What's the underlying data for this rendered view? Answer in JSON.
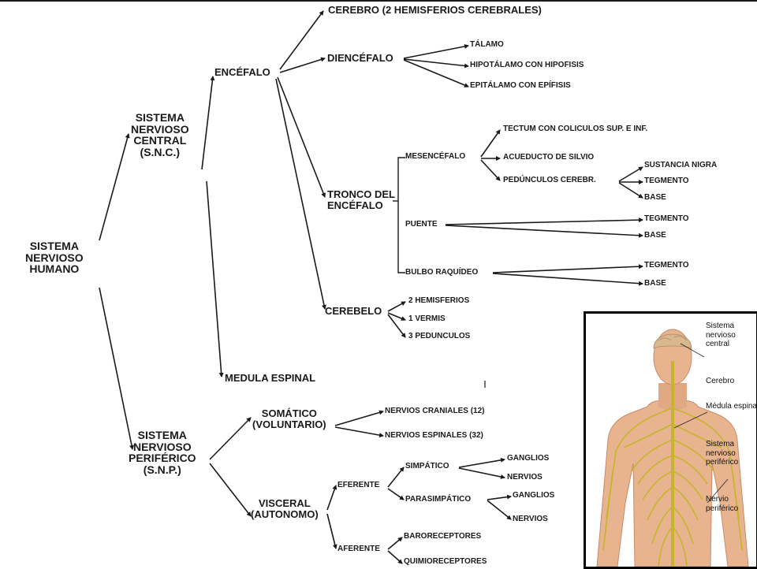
{
  "diagram": {
    "root": "SISTEMA\nNERVIOSO\nHUMANO",
    "snc": "SISTEMA\nNERVIOSO\nCENTRAL\n(S.N.C.)",
    "snp": "SISTEMA\nNERVIOSO\nPERIFÉRICO\n(S.N.P.)",
    "encefalo": "ENCÉFALO",
    "medula": "MEDULA ESPINAL",
    "cerebro": "CEREBRO  (2 HEMISFERIOS CEREBRALES)",
    "diencefalo": "DIENCÉFALO",
    "talamo": "TÁLAMO",
    "hipotalamo": "HIPOTÁLAMO CON HIPOFISIS",
    "epitalamo": "EPITÁLAMO CON EPÍFISIS",
    "tronco": "TRONCO DEL\nENCÉFALO",
    "mesencefalo": "MESENCÉFALO",
    "tectum": "TECTUM  CON COLICULOS SUP. E INF.",
    "acueducto": "ACUEDUCTO DE SILVIO",
    "pedunculos_cerebr": "PEDÚNCULOS CEREBR.",
    "sustancia_nigra": "SUSTANCIA NIGRA",
    "tegmento_1": "TEGMENTO",
    "base_1": "BASE",
    "puente": "PUENTE",
    "tegmento_2": "TEGMENTO",
    "base_2": "BASE",
    "bulbo": "BULBO RAQUÍDEO",
    "tegmento_3": "TEGMENTO",
    "base_3": "BASE",
    "cerebelo": "CEREBELO",
    "hemisferios": "2 HEMISFERIOS",
    "vermis": "1 VERMIS",
    "pedunculos": "3 PEDUNCULOS",
    "somatico": "SOMÁTICO\n(VOLUNTARIO)",
    "nervios_craneales": "NERVIOS CRANIALES (12)",
    "nervios_espinales": "NERVIOS ESPINALES (32)",
    "visceral": "VISCERAL\n(AUTONOMO)",
    "eferente": "EFERENTE",
    "simpatico": "SIMPÁTICO",
    "ganglios_1": "GANGLIOS",
    "nervios_1": "NERVIOS",
    "parasimpatico": "PARASIMPÁTICO",
    "ganglios_2": "GANGLIOS",
    "nervios_2": "NERVIOS",
    "aferente": "AFERENTE",
    "baroreceptores": "BARORECEPTORES",
    "quimioreceptores": "QUIMIORECEPTORES"
  },
  "inset": {
    "labels": {
      "snc": "Sistema\nnervioso\ncentral",
      "cerebro": "Cerebro",
      "medula": "Médula espinal",
      "snp": "Sistema\nnervioso\nperiférico",
      "nervio": "Nervio\nperiférico"
    },
    "colors": {
      "skin": "#e8b48f",
      "skin_shadow": "#c98b66",
      "nerve": "#c7b42c",
      "brain": "#d9b88e",
      "hair": "#8a5a32"
    }
  },
  "colors": {
    "ink": "#1a1a1a",
    "background": "#ffffff",
    "inset_border": "#000000"
  }
}
